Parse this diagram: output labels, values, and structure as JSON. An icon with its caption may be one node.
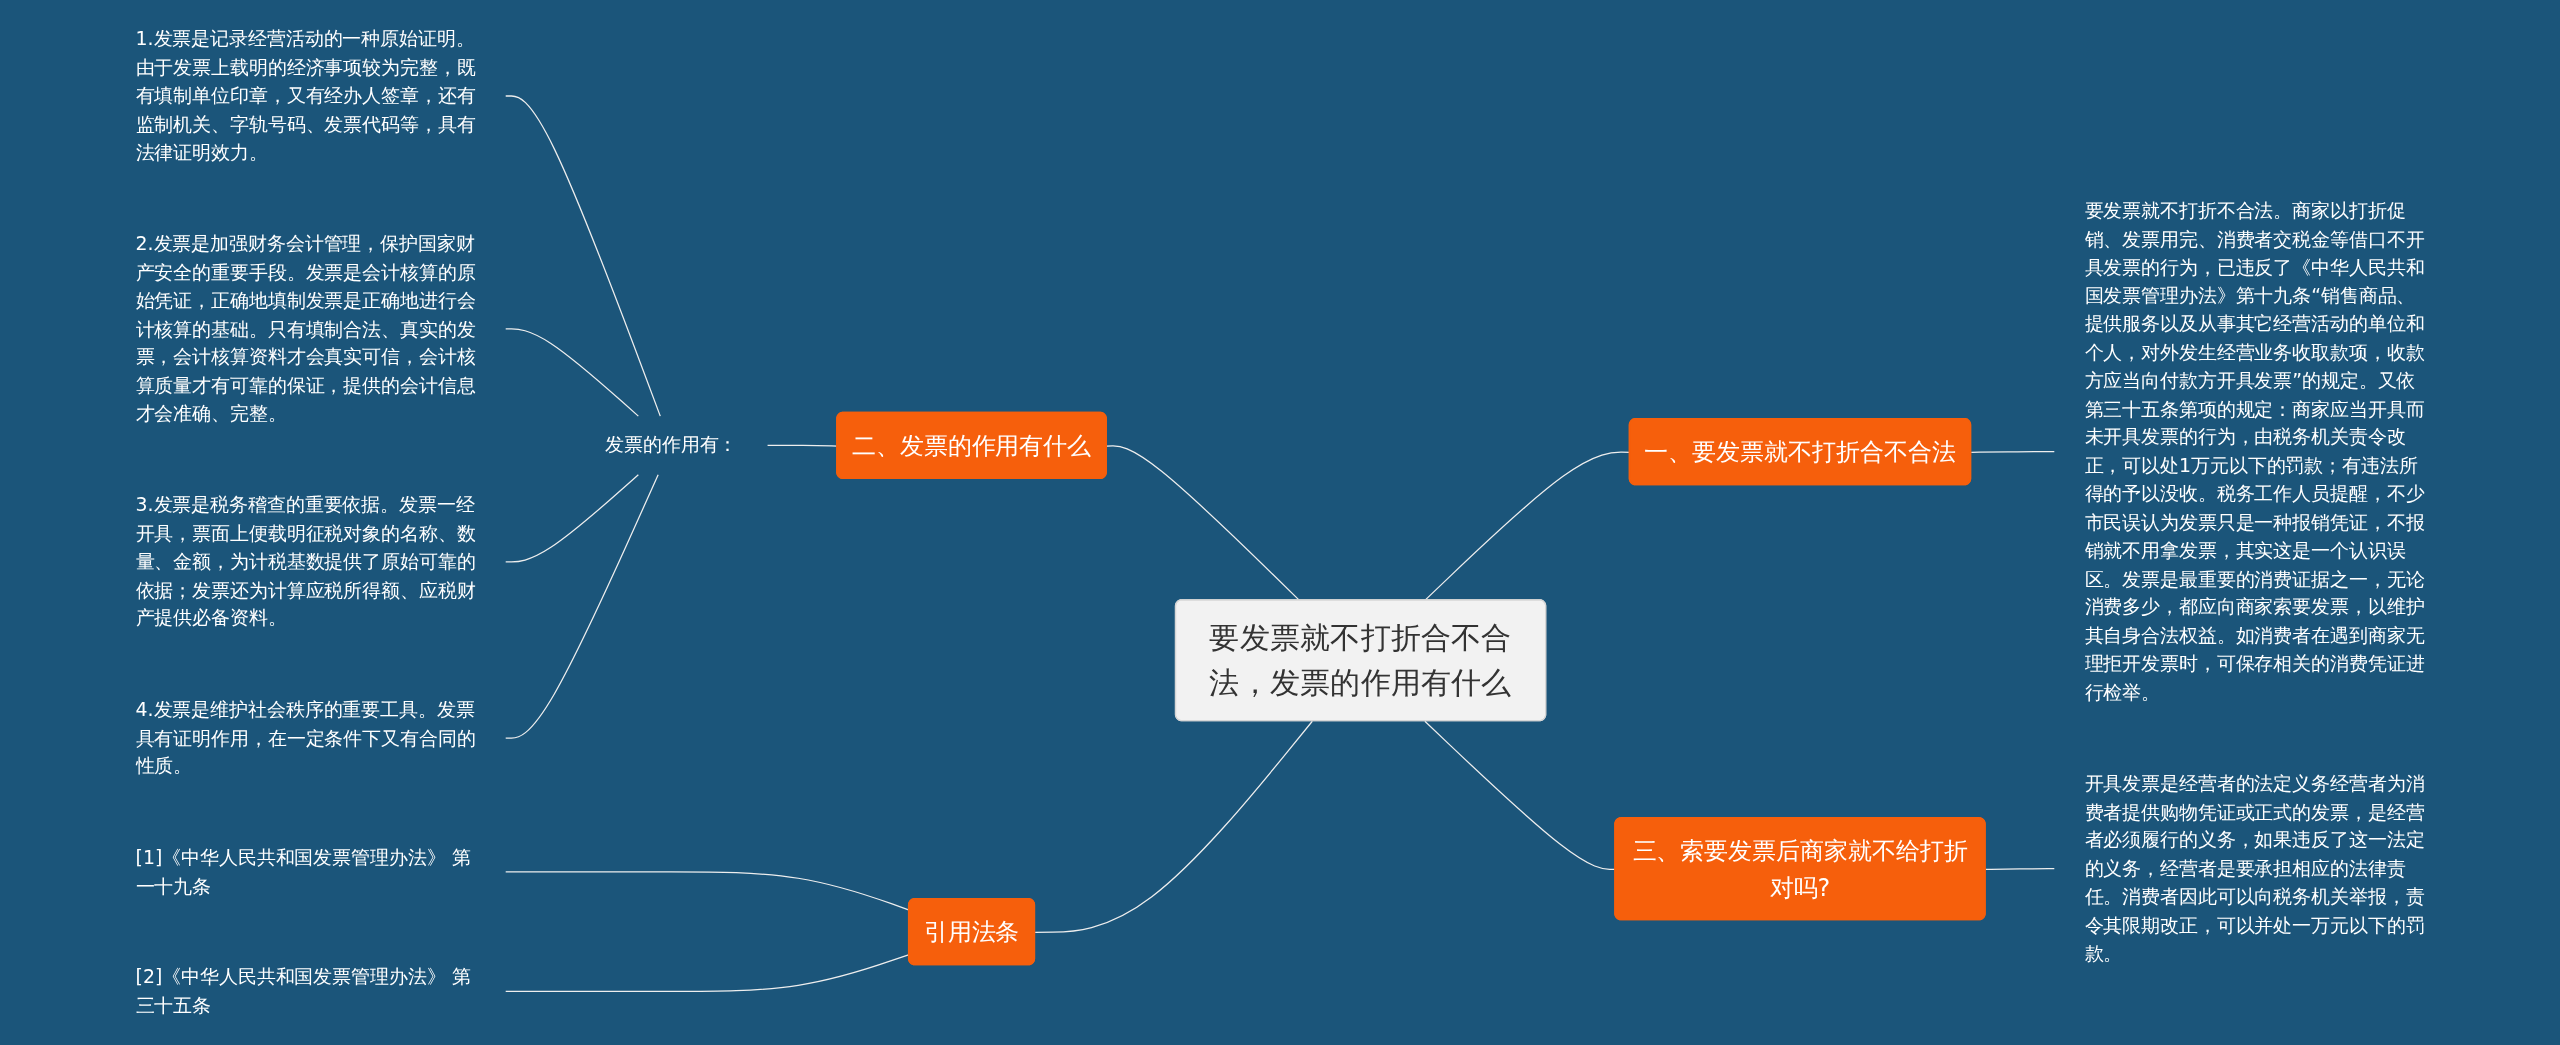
{
  "diagram": {
    "nodes": [
      {
        "text": [
          "要发票就不打折合不合法，发票的作用有什么"
        ]
      },
      {
        "text": [
          "一、要发票就不打折合不合法"
        ]
      },
      {
        "text": [
          "要发票就不打折不合法。商家以打折促销、发票用完、消费者交税金等借口不开具发票的行为，已违反了《中华人民共和国发票管理办法》第十九条“销售商品、提供服务以及从事其它经营活动的单位和个人，对外发生经营业务收取款项，收款方应当向付款方开具发票”的规定。又依第三十五条第项的规定：商家应当开具而未开具发票的行为，由税务机关责令改正，可以处1万元以下的罚款；有违法所得的予以没收。税务工作人员提醒，不少市民误认为发票只是一种报销凭证，不报销就不用拿发票，其实这是一个认识误区。发票是最重要的消费证据之一，无论消费多少，都应向商家索要发票，以维护其自身合法权益。如消费者在遇到商家无理拒开发票时，可保存相关的消费凭证进行检举。"
        ]
      },
      {
        "text": [
          "三、索要发票后商家就不给打折对吗?"
        ]
      },
      {
        "text": [
          "开具发票是经营者的法定义务经营者为消费者提供购物凭证或正式的发票，是经营者必须履行的义务，如果违反了这一法定的义务，经营者是要承担相应的法律责任。消费者因此可以向税务机关举报，责令其限期改正，可以并处一万元以下的罚款。"
        ]
      },
      {
        "text": [
          "二、发票的作用有什么"
        ]
      },
      {
        "text": [
          "发票的作用有："
        ]
      },
      {
        "text": [
          "1.发票是记录经营活动的一种原始证明。由于发票上载明的经济事项较为完整，既有填制单位印章，又有经办人签章，还有监制机关、字轨号码、发票代码等，具有法律证明效力。"
        ]
      },
      {
        "text": [
          "2.发票是加强财务会计管理，保护国家财产安全的重要手段。发票是会计核算的原始凭证，正确地填制发票是正确地进行会计核算的基础。只有填制合法、真实的发票，会计核算资料才会真实可信，会计核算质量才有可靠的保证，提供的会计信息才会准确、完整。"
        ]
      },
      {
        "text": [
          "3.发票是税务稽查的重要依据。发票一经开具，票面上便载明征税对象的名称、数量、金额，为计税基数提供了原始可靠的依据；发票还为计算应税所得额、应税财产提供必备资料。"
        ]
      },
      {
        "text": [
          "4.发票是维护社会秩序的重要工具。发票具有证明作用，在一定条件下又有合同的性质。"
        ]
      },
      {
        "text": [
          "引用法条"
        ]
      },
      {
        "text": [
          "[1]《中华人民共和国发票管理办法》 第一十九条"
        ]
      },
      {
        "text": [
          "[2]《中华人民共和国发票管理办法》 第三十五条"
        ]
      }
    ],
    "edges": [
      {
        "from": 0,
        "to": 1,
        "arrow": "none"
      },
      {
        "from": 1,
        "to": 2,
        "arrow": "none"
      },
      {
        "from": 0,
        "to": 3,
        "arrow": "none"
      },
      {
        "from": 3,
        "to": 4,
        "arrow": "none"
      },
      {
        "from": 5,
        "to": 0,
        "arrow": "none"
      },
      {
        "from": 6,
        "to": 5,
        "arrow": "none"
      },
      {
        "from": 7,
        "to": 6,
        "arrow": "none"
      },
      {
        "from": 8,
        "to": 6,
        "arrow": "none"
      },
      {
        "from": 9,
        "to": 6,
        "arrow": "none"
      },
      {
        "from": 10,
        "to": 6,
        "arrow": "none"
      },
      {
        "from": 11,
        "to": 0,
        "arrow": "none"
      },
      {
        "from": 12,
        "to": 11,
        "arrow": "none"
      },
      {
        "from": 13,
        "to": 11,
        "arrow": "none"
      }
    ]
  }
}
